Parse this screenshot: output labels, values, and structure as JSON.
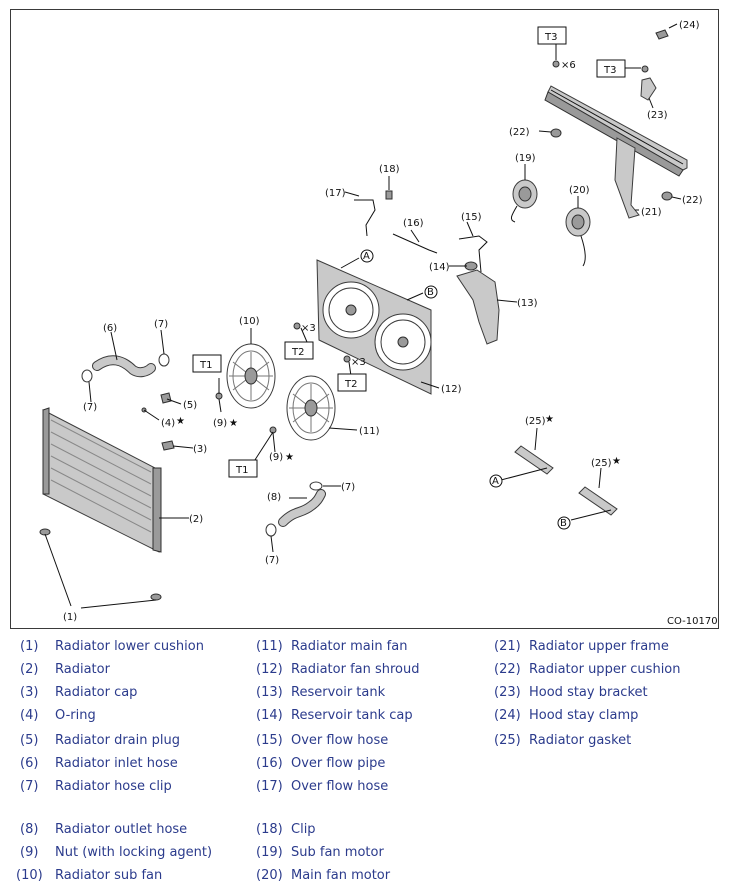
{
  "figure_code": "CO-10170",
  "torque_labels": {
    "t1": "T1",
    "t2": "T2",
    "t3": "T3"
  },
  "multipliers": {
    "x3": "×3",
    "x6": "×6"
  },
  "callout_letters": {
    "a": "A",
    "b": "B"
  },
  "star_symbol": "★",
  "callouts": [
    "(1)",
    "(2)",
    "(3)",
    "(4)",
    "(5)",
    "(6)",
    "(7)",
    "(8)",
    "(9)",
    "(10)",
    "(11)",
    "(12)",
    "(13)",
    "(14)",
    "(15)",
    "(16)",
    "(17)",
    "(18)",
    "(19)",
    "(20)",
    "(21)",
    "(22)",
    "(23)",
    "(24)",
    "(25)"
  ],
  "legend": [
    {
      "num": "(1)",
      "name": "Radiator lower cushion"
    },
    {
      "num": "(2)",
      "name": "Radiator"
    },
    {
      "num": "(3)",
      "name": "Radiator cap"
    },
    {
      "num": "(4)",
      "name": "O-ring"
    },
    {
      "num": "(5)",
      "name": "Radiator drain plug"
    },
    {
      "num": "(6)",
      "name": "Radiator inlet hose"
    },
    {
      "num": "(7)",
      "name": "Radiator hose clip"
    },
    {
      "num": "(8)",
      "name": "Radiator outlet hose"
    },
    {
      "num": "(9)",
      "name": "Nut (with locking agent)"
    },
    {
      "num": "(10)",
      "name": "Radiator sub fan"
    },
    {
      "num": "(11)",
      "name": "Radiator main fan"
    },
    {
      "num": "(12)",
      "name": "Radiator fan shroud"
    },
    {
      "num": "(13)",
      "name": "Reservoir tank"
    },
    {
      "num": "(14)",
      "name": "Reservoir tank cap"
    },
    {
      "num": "(15)",
      "name": "Over flow hose"
    },
    {
      "num": "(16)",
      "name": "Over flow pipe"
    },
    {
      "num": "(17)",
      "name": "Over flow hose"
    },
    {
      "num": "(18)",
      "name": "Clip"
    },
    {
      "num": "(19)",
      "name": "Sub fan motor"
    },
    {
      "num": "(20)",
      "name": "Main fan motor"
    },
    {
      "num": "(21)",
      "name": "Radiator upper frame"
    },
    {
      "num": "(22)",
      "name": "Radiator upper cushion"
    },
    {
      "num": "(23)",
      "name": "Hood stay bracket"
    },
    {
      "num": "(24)",
      "name": "Hood stay clamp"
    },
    {
      "num": "(25)",
      "name": "Radiator gasket"
    }
  ]
}
